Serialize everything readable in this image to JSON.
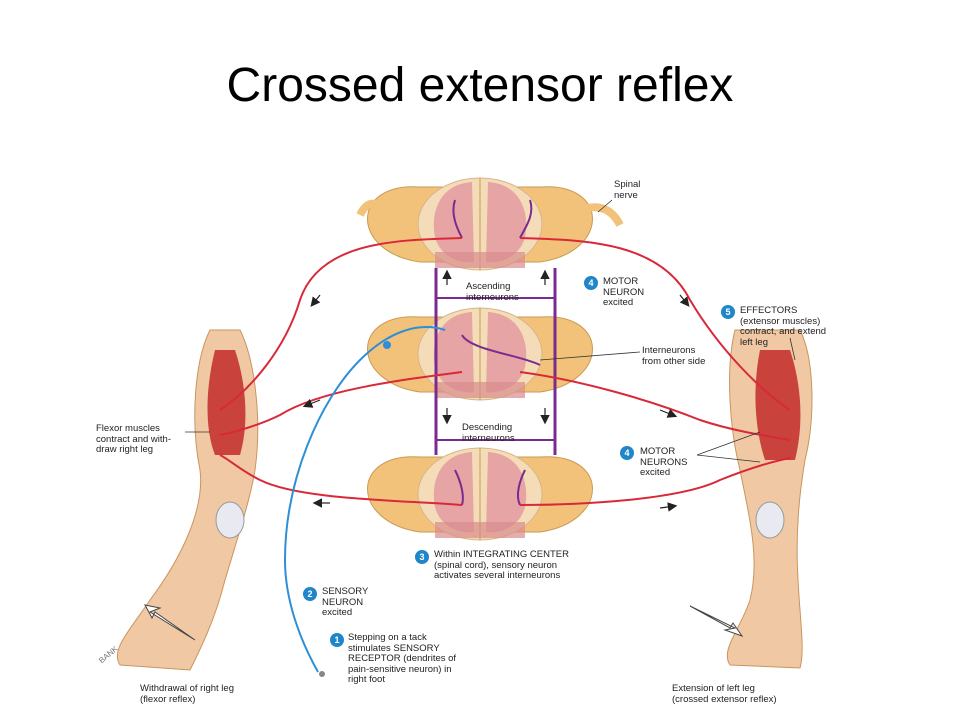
{
  "title": "Crossed extensor reflex",
  "colors": {
    "motor": "#d9283a",
    "sensory": "#2e8fd6",
    "interneuron": "#7b2b8f",
    "gray_matter": "#d98c8c",
    "white_matter": "#f4dcb8",
    "nerve": "#f2c27a",
    "muscle": "#c9433c",
    "skin": "#f0c9a4",
    "step_badge": "#1f87c9"
  },
  "labels": {
    "spinal_nerve": "Spinal\nnerve",
    "ascending": "Ascending\ninterneurons",
    "descending": "Descending\ninterneurons",
    "interneurons_other_side": "Interneurons\nfrom other side",
    "flexor": "Flexor muscles\ncontract and with-\ndraw right leg",
    "withdrawal": "Withdrawal of right leg\n(flexor reflex)",
    "extension": "Extension of left leg\n(crossed extensor reflex)",
    "artist_signature": "BANK"
  },
  "steps": [
    {
      "number": "1",
      "text": "Stepping on a tack\nstimulates SENSORY\nRECEPTOR (dendrites of\npain-sensitive neuron) in\nright foot"
    },
    {
      "number": "2",
      "text": "SENSORY\nNEURON\nexcited"
    },
    {
      "number": "3",
      "text": "Within INTEGRATING CENTER\n(spinal cord), sensory neuron\nactivates several interneurons"
    },
    {
      "number": "4",
      "text": "MOTOR\nNEURON\nexcited"
    },
    {
      "number": "4",
      "text": "MOTOR\nNEURONS\nexcited"
    },
    {
      "number": "5",
      "text": "EFFECTORS\n(extensor muscles)\ncontract, and extend\nleft leg"
    }
  ]
}
